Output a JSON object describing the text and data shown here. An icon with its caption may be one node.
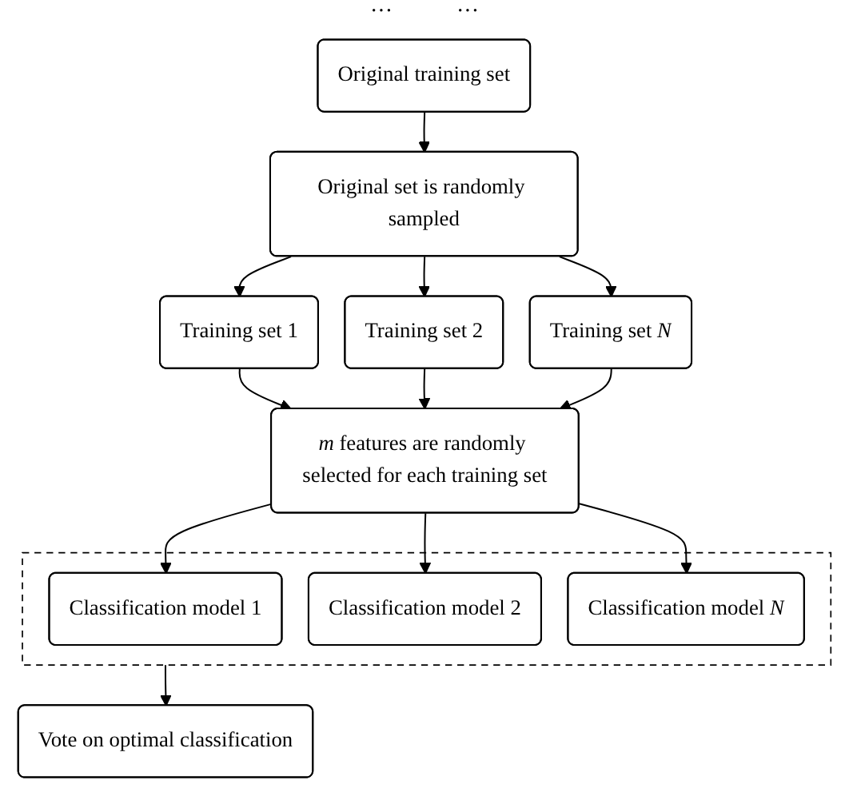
{
  "diagram": {
    "nodes": [
      {
        "text": [
          "Original training set"
        ]
      },
      {
        "text": [
          "Original set is randomly sampled"
        ]
      },
      {
        "text": [
          "Training set 1"
        ]
      },
      {
        "text": [
          "Training set 2"
        ]
      },
      {
        "text": [
          "Training set *N*"
        ]
      },
      {
        "text": [
          "*m* features are randomly selected for each training set"
        ]
      },
      {
        "text": [],
        "shape": "box"
      },
      {
        "text": [
          "Classification model 1"
        ],
        "in": 6
      },
      {
        "text": [
          "Classification model 2"
        ],
        "in": 6
      },
      {
        "text": [
          "Classification model *N*"
        ],
        "in": 6
      },
      {
        "text": [
          "Vote on optimal classification"
        ]
      }
    ],
    "edges": [
      {
        "from": 0,
        "to": 1,
        "arrow": "to"
      },
      {
        "from": 1,
        "to": 2,
        "arrow": "to"
      },
      {
        "from": 1,
        "to": 3,
        "arrow": "to"
      },
      {
        "from": 1,
        "to": 4,
        "arrow": "to"
      },
      {
        "from": 2,
        "to": 5,
        "arrow": "to"
      },
      {
        "from": 3,
        "to": 5,
        "arrow": "to"
      },
      {
        "from": 4,
        "to": 5,
        "arrow": "to"
      },
      {
        "from": 5,
        "to": 7,
        "arrow": "to"
      },
      {
        "from": 5,
        "to": 8,
        "arrow": "to"
      },
      {
        "from": 5,
        "to": 9,
        "arrow": "to"
      },
      {
        "from": 6,
        "to": 10,
        "arrow": "to"
      }
    ],
    "labels": [
      "···",
      "···"
    ]
  }
}
